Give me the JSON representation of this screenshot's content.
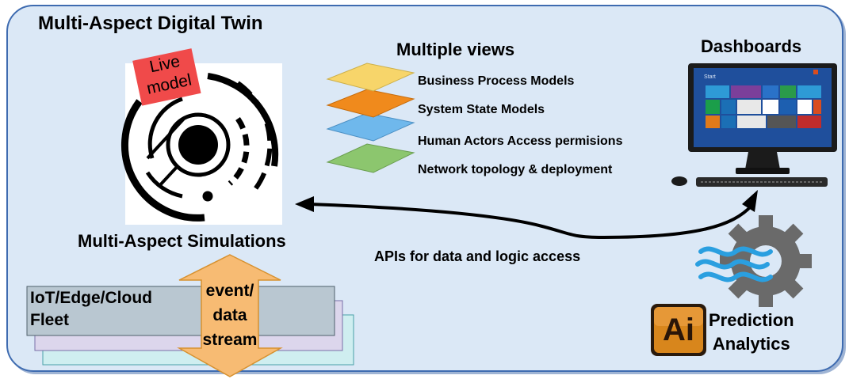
{
  "title": "Multi-Aspect Digital Twin",
  "live_model": {
    "line1": "Live",
    "line2": "model"
  },
  "simulations_caption": "Multi-Aspect Simulations",
  "views": {
    "header": "Multiple views",
    "layers": [
      {
        "label": "Business Process Models",
        "color": "#f7d56a"
      },
      {
        "label": "System State Models",
        "color": "#f08a1c"
      },
      {
        "label": "Human Actors Access permisions",
        "color": "#6fb8ec"
      },
      {
        "label": "Network topology & deployment",
        "color": "#8cc66e"
      }
    ]
  },
  "dashboards": {
    "header": "Dashboards",
    "screen_start": "Start"
  },
  "api_caption": "APIs for data and logic access",
  "fleet": {
    "line1": "IoT/Edge/Cloud",
    "line2": "Fleet"
  },
  "stream": {
    "line1": "event/",
    "line2": "data",
    "line3": "stream"
  },
  "ai_badge": "Ai",
  "prediction": {
    "line1": "Prediction",
    "line2": "Analytics"
  }
}
